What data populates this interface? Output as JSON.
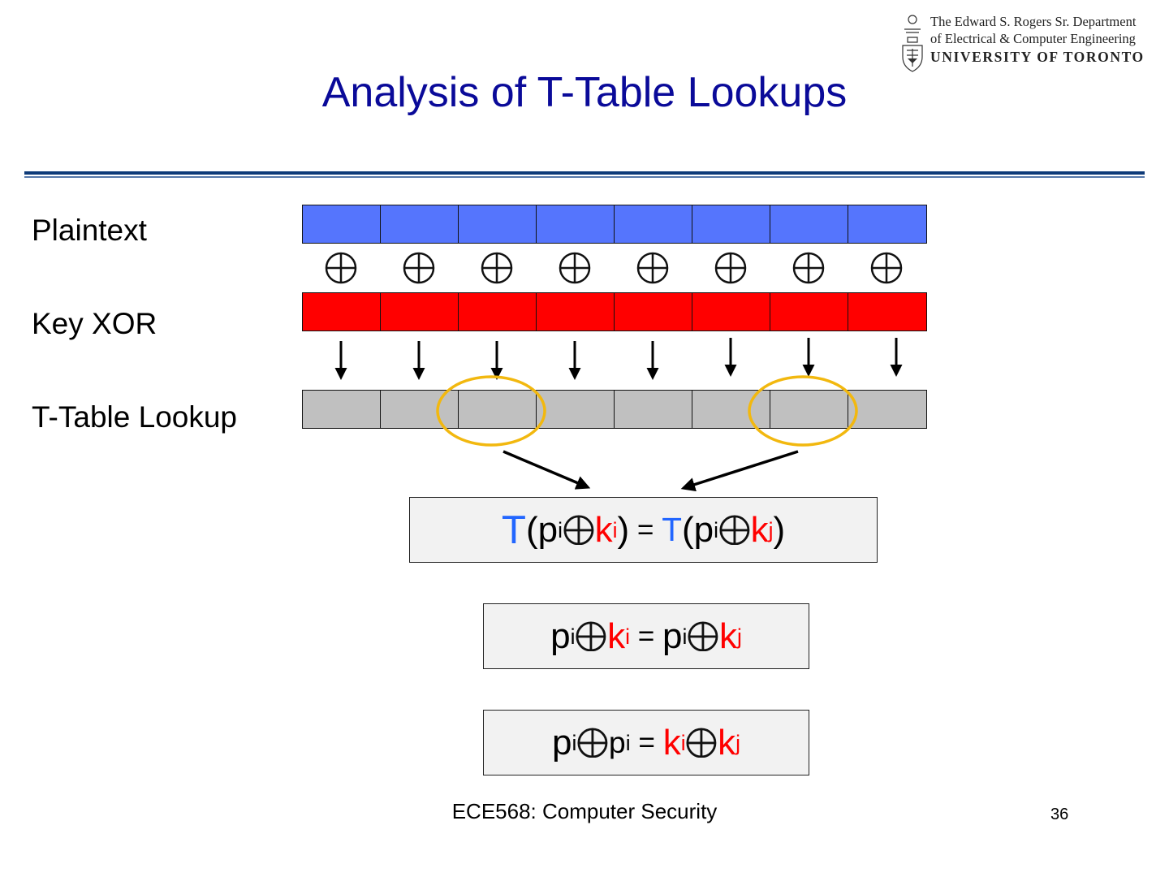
{
  "logo": {
    "line1": "The Edward S. Rogers Sr. Department",
    "line2": "of Electrical & Computer Engineering",
    "line3": "UNIVERSITY OF TORONTO"
  },
  "title": "Analysis of T-Table Lookups",
  "rows": {
    "plaintext": "Plaintext",
    "key_xor": "Key XOR",
    "t_table": "T-Table Lookup"
  },
  "colors": {
    "plaintext_cell": "#5575fd",
    "key_cell": "#ff0000",
    "ttable_cell": "#c0c0c0",
    "highlight_circle": "#f2b80f",
    "title": "#0a0a99"
  },
  "diagram": {
    "cells_per_row": 8,
    "highlighted_cells": [
      2,
      6
    ]
  },
  "equations": {
    "eq1": {
      "T1": "T",
      "p1": "p",
      "p1_sub": "i",
      "k1": "k",
      "k1_sub": "i",
      "close1": ")",
      "equals": " = ",
      "T2": "T",
      "p2": "p",
      "p2_sub": "i",
      "k2": "k",
      "k2_sub": "j",
      "close2": ")"
    },
    "eq2": {
      "p1": "p",
      "p1_sub": "i",
      "k1": "k",
      "k1_sub": "i",
      "equals": " = ",
      "p2": "p",
      "p2_sub": "i",
      "k2": "k",
      "k2_sub": "j"
    },
    "eq3": {
      "p1": "p",
      "p1_sub": "i",
      "p2": "p",
      "p2_sub": "i",
      "equals": " = ",
      "k1": "k",
      "k1_sub": "i",
      "k2": "k",
      "k2_sub": "j"
    }
  },
  "footer": "ECE568: Computer Security",
  "page_number": "36"
}
